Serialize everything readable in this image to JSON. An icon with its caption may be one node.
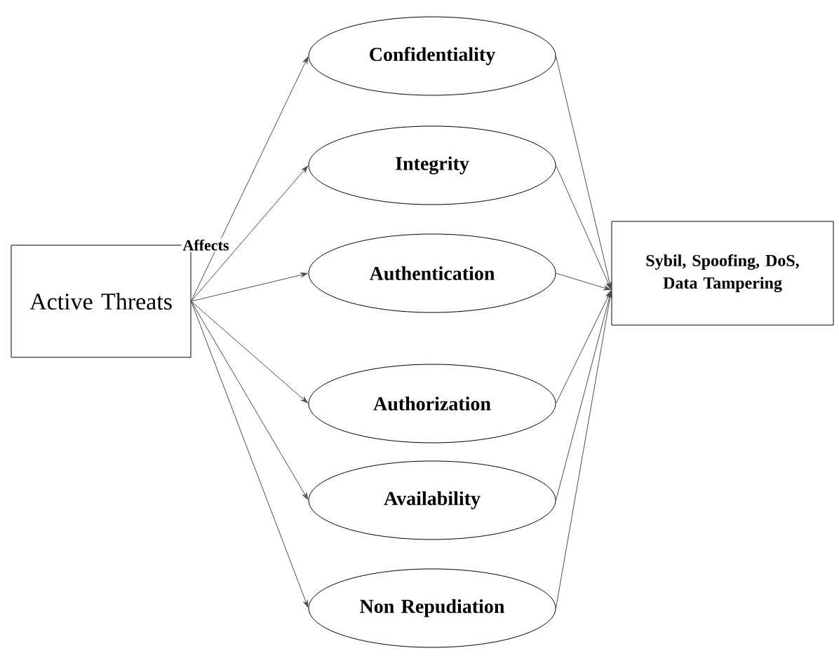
{
  "diagram": {
    "nodes": [
      {
        "text": [
          "Active Threats"
        ]
      },
      {
        "text": [
          "Confidentiality"
        ]
      },
      {
        "text": [
          "Integrity"
        ]
      },
      {
        "text": [
          "Authentication"
        ]
      },
      {
        "text": [
          "Authorization"
        ]
      },
      {
        "text": [
          "Availability"
        ]
      },
      {
        "text": [
          "Non Repudiation"
        ]
      },
      {
        "text": [
          "Sybil, Spoofing, DoS, Data Tampering"
        ]
      }
    ],
    "edges": [
      {
        "from": 0,
        "to": 1,
        "arrow": "to"
      },
      {
        "from": 0,
        "to": 2,
        "arrow": "to",
        "label": "Affects"
      },
      {
        "from": 0,
        "to": 3,
        "arrow": "to"
      },
      {
        "from": 0,
        "to": 4,
        "arrow": "to"
      },
      {
        "from": 0,
        "to": 5,
        "arrow": "to"
      },
      {
        "from": 0,
        "to": 6,
        "arrow": "to"
      },
      {
        "from": 1,
        "to": 7,
        "arrow": "to"
      },
      {
        "from": 2,
        "to": 7,
        "arrow": "to"
      },
      {
        "from": 3,
        "to": 7,
        "arrow": "to"
      },
      {
        "from": 4,
        "to": 7,
        "arrow": "to"
      },
      {
        "from": 5,
        "to": 7,
        "arrow": "to"
      },
      {
        "from": 6,
        "to": 7,
        "arrow": "to"
      }
    ]
  }
}
